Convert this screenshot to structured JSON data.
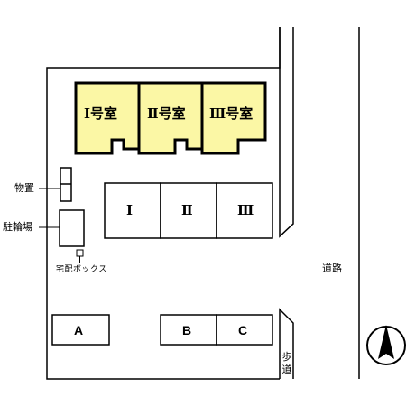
{
  "units": [
    {
      "id": "unit-1",
      "label": "Ⅰ号室"
    },
    {
      "id": "unit-2",
      "label": "Ⅱ号室"
    },
    {
      "id": "unit-3",
      "label": "Ⅲ号室"
    }
  ],
  "parking_numbered": [
    {
      "id": "space-1",
      "label": "Ⅰ"
    },
    {
      "id": "space-2",
      "label": "Ⅱ"
    },
    {
      "id": "space-3",
      "label": "Ⅲ"
    }
  ],
  "parking_lettered": [
    {
      "id": "space-a",
      "label": "A"
    },
    {
      "id": "space-b",
      "label": "B"
    },
    {
      "id": "space-c",
      "label": "C"
    }
  ],
  "labels": {
    "storage": "物置",
    "bicycle": "駐輪場",
    "delivery_box": "宅配ボックス",
    "road": "道路",
    "sidewalk": "歩道"
  },
  "colors": {
    "building_fill": "#fbf7a5",
    "line": "#000000",
    "north_arrow": "#000000"
  },
  "icons": {
    "compass": "north-arrow-icon"
  }
}
